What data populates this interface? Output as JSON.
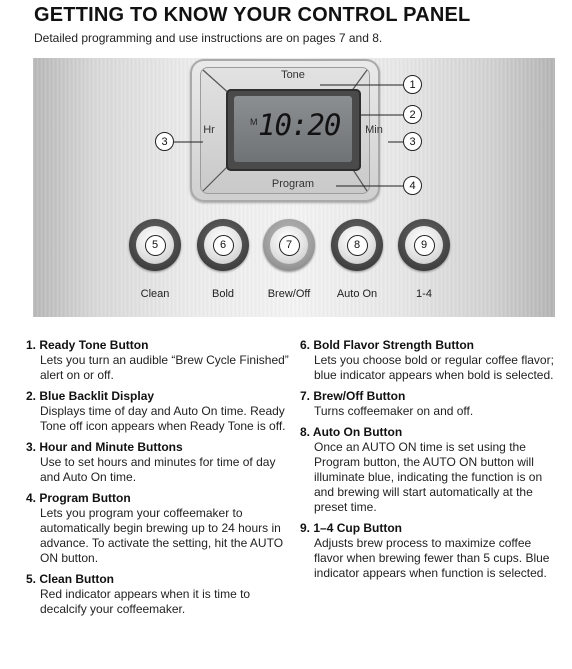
{
  "header": {
    "title": "GETTING TO KNOW YOUR CONTROL PANEL",
    "subtitle": "Detailed programming and use instructions are on pages 7 and 8."
  },
  "panel": {
    "labels": {
      "tone": "Tone",
      "hr": "Hr",
      "min": "Min",
      "program": "Program"
    },
    "display": {
      "indicator": "M",
      "time": "10:20"
    },
    "callouts": {
      "tone": "1",
      "display": "2",
      "hr": "3",
      "min": "3",
      "program": "4"
    },
    "buttons": [
      {
        "number": "5",
        "label": "Clean"
      },
      {
        "number": "6",
        "label": "Bold"
      },
      {
        "number": "7",
        "label": "Brew/Off"
      },
      {
        "number": "8",
        "label": "Auto On"
      },
      {
        "number": "9",
        "label": "1-4"
      }
    ]
  },
  "instructions": {
    "left": [
      {
        "title": "1. Ready Tone Button",
        "body": "Lets you turn an audible “Brew Cycle Finished” alert on or off."
      },
      {
        "title": "2. Blue Backlit Display",
        "body": "Displays time of day and Auto On time. Ready Tone off icon appears when Ready Tone is off."
      },
      {
        "title": "3. Hour and Minute Buttons",
        "body": "Use to set hours and minutes for time of day and Auto On time."
      },
      {
        "title": "4. Program Button",
        "body": "Lets you program your coffeemaker to automatically begin brewing up to 24 hours in advance. To activate the setting, hit the AUTO ON button."
      },
      {
        "title": "5. Clean Button",
        "body": "Red indicator appears when it is time to decalcify your coffeemaker."
      }
    ],
    "right": [
      {
        "title": "6. Bold Flavor Strength Button",
        "body": "Lets you choose bold or regular coffee flavor; blue indicator appears when bold is selected."
      },
      {
        "title": "7. Brew/Off Button",
        "body": "Turns coffeemaker on and off."
      },
      {
        "title": "8. Auto On Button",
        "body": "Once an AUTO ON time is set using the Program button, the AUTO ON button will illuminate blue, indicating the function is on and brewing will start automatically at the preset time."
      },
      {
        "title": "9. 1–4 Cup Button",
        "body": "Adjusts brew process to maximize coffee flavor when brewing fewer than 5 cups. Blue indicator appears when function is selected."
      }
    ]
  }
}
